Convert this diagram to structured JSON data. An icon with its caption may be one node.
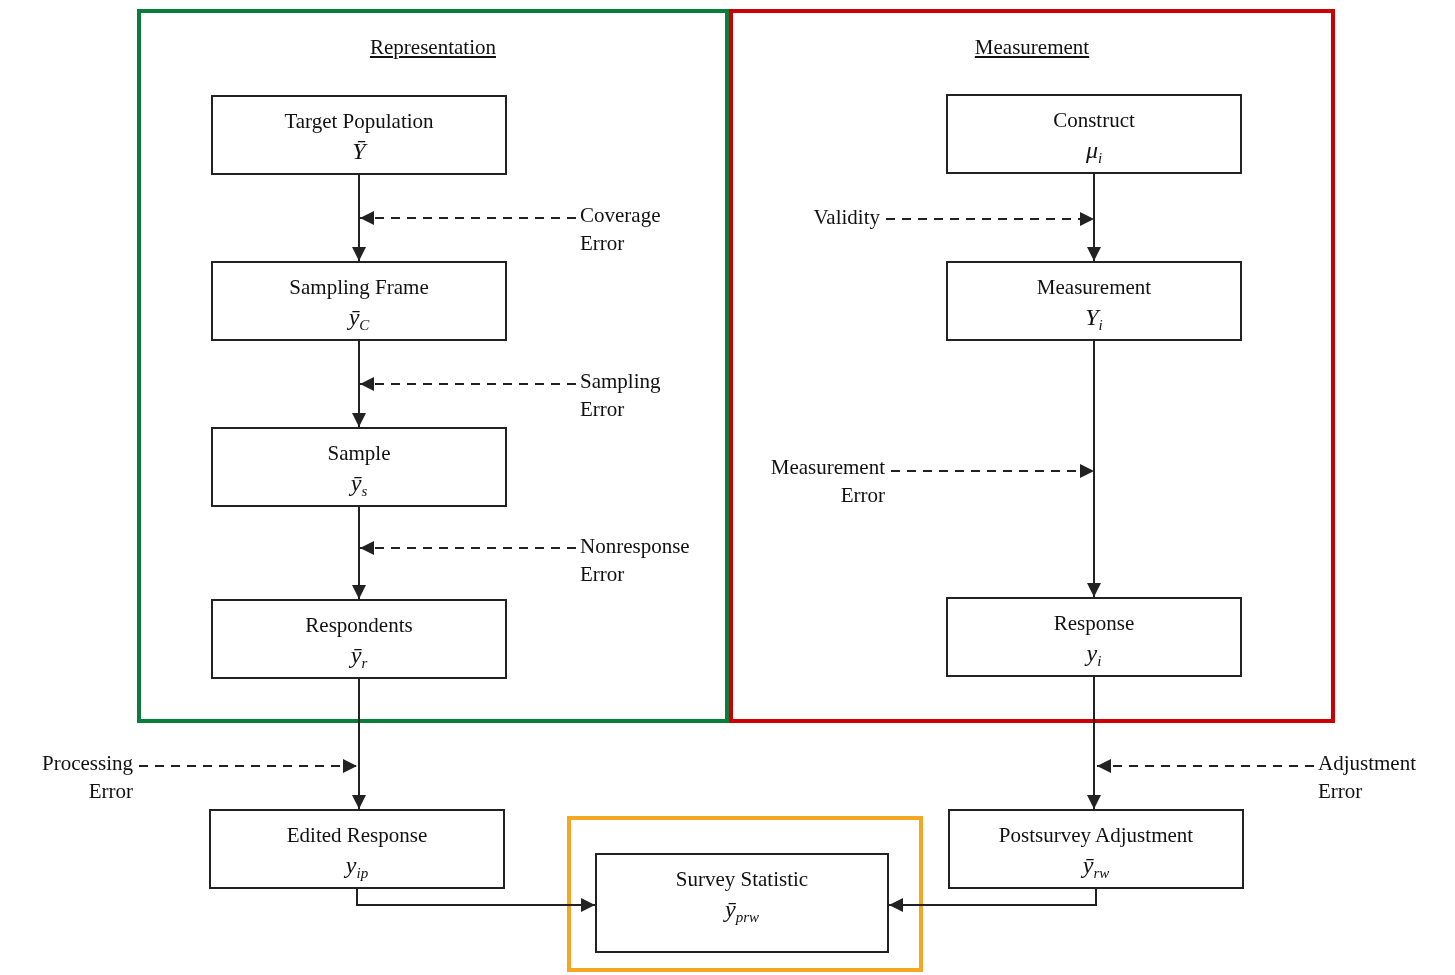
{
  "diagram": {
    "nodes": [
      {
        "text": [
          "Representation"
        ]
      },
      {
        "text": [
          "Target Population",
          "Ȳ"
        ],
        "in": 0
      },
      {
        "text": [
          "Sampling Frame",
          "ȳ$_{C}$"
        ],
        "in": 0
      },
      {
        "text": [
          "Sample",
          "ȳ$_{s}$"
        ],
        "in": 0
      },
      {
        "text": [
          "Respondents",
          "ȳ$_{r}$"
        ],
        "in": 0
      },
      {
        "text": [
          "Coverage Error"
        ],
        "in": 0
      },
      {
        "text": [
          "Sampling Error"
        ],
        "in": 0
      },
      {
        "text": [
          "Nonresponse Error"
        ],
        "in": 0
      },
      {
        "text": [
          "Measurement"
        ]
      },
      {
        "text": [
          "Construct",
          "μ$_{i}$"
        ],
        "in": 8
      },
      {
        "text": [
          "Measurement",
          "Y$_{i}$"
        ],
        "in": 8
      },
      {
        "text": [
          "Response",
          "y$_{i}$"
        ],
        "in": 8
      },
      {
        "text": [
          "Validity"
        ],
        "in": 8
      },
      {
        "text": [
          "Measurement Error"
        ],
        "in": 8
      },
      {
        "text": [
          "Edited Response",
          "y$_{ip}$"
        ]
      },
      {
        "text": [
          "Processing Error"
        ]
      },
      {
        "text": [
          "Postsurvey Adjustment",
          "ȳ$_{rw}$"
        ]
      },
      {
        "text": [
          "Adjustment Error"
        ]
      },
      {
        "text": [],
        "shape": "box"
      },
      {
        "text": [
          "Survey Statistic",
          "ȳ$_{prw}$"
        ],
        "in": 18
      }
    ],
    "edges": [
      {
        "from": 1,
        "to": 2,
        "arrow": "to"
      },
      {
        "from": 2,
        "to": 3,
        "arrow": "to"
      },
      {
        "from": 3,
        "to": 4,
        "arrow": "to"
      },
      {
        "from": 4,
        "to": 14,
        "arrow": "to"
      },
      {
        "from": 14,
        "to": 19,
        "arrow": "to"
      },
      {
        "from": 9,
        "to": 10,
        "arrow": "to"
      },
      {
        "from": 10,
        "to": 11,
        "arrow": "to"
      },
      {
        "from": 11,
        "to": 16,
        "arrow": "to"
      },
      {
        "from": 16,
        "to": 19,
        "arrow": "to"
      },
      {
        "from": 5,
        "to": null,
        "arrow": "to",
        "style": "dashed"
      },
      {
        "from": 6,
        "to": null,
        "arrow": "to",
        "style": "dashed"
      },
      {
        "from": 7,
        "to": null,
        "arrow": "to",
        "style": "dashed"
      },
      {
        "from": 12,
        "to": null,
        "arrow": "to",
        "style": "dashed"
      },
      {
        "from": 13,
        "to": null,
        "arrow": "to",
        "style": "dashed"
      },
      {
        "from": 15,
        "to": null,
        "arrow": "to",
        "style": "dashed"
      },
      {
        "from": 17,
        "to": null,
        "arrow": "to",
        "style": "dashed"
      }
    ]
  }
}
